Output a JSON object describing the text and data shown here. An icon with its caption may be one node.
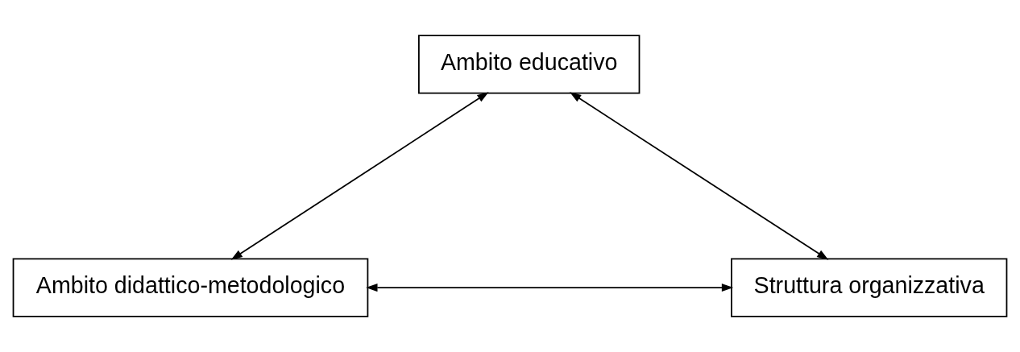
{
  "diagram": {
    "nodes": [
      {
        "text": [
          "Ambito educativo"
        ]
      },
      {
        "text": [
          "Ambito didattico-metodologico"
        ]
      },
      {
        "text": [
          "Struttura organizzativa"
        ]
      }
    ],
    "edges": [
      {
        "from": 0,
        "to": 1,
        "arrow": "both"
      },
      {
        "from": 0,
        "to": 2,
        "arrow": "both"
      },
      {
        "from": 1,
        "to": 2,
        "arrow": "both"
      }
    ]
  }
}
